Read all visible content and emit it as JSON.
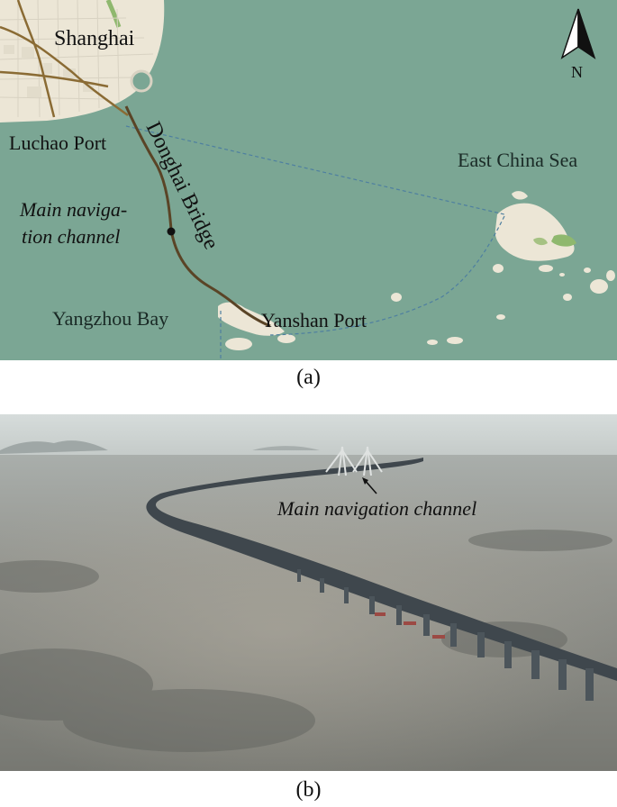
{
  "figure": {
    "panel_a": {
      "caption": "(a)",
      "labels": {
        "shanghai": "Shanghai",
        "luchao_port": "Luchao Port",
        "donghai_bridge": "Donghai Bridge",
        "main_channel_line1": "Main naviga-",
        "main_channel_line2": "tion channel",
        "east_china_sea": "East China Sea",
        "yangzhou_bay": "Yangzhou Bay",
        "yanshan_port": "Yanshan Port",
        "north": "N"
      },
      "icons": [
        "north-arrow-icon",
        "channel-marker-icon"
      ],
      "colors": {
        "sea": "#7ba694",
        "land": "#ece6d6",
        "bridge": "#5a4426",
        "route": "#4e7fa0"
      }
    },
    "panel_b": {
      "caption": "(b)",
      "annotation": "Main navigation channel",
      "colors": {
        "sky": "#cdd3d2",
        "water": "#8a8b86",
        "deck": "#3f474d"
      }
    }
  }
}
